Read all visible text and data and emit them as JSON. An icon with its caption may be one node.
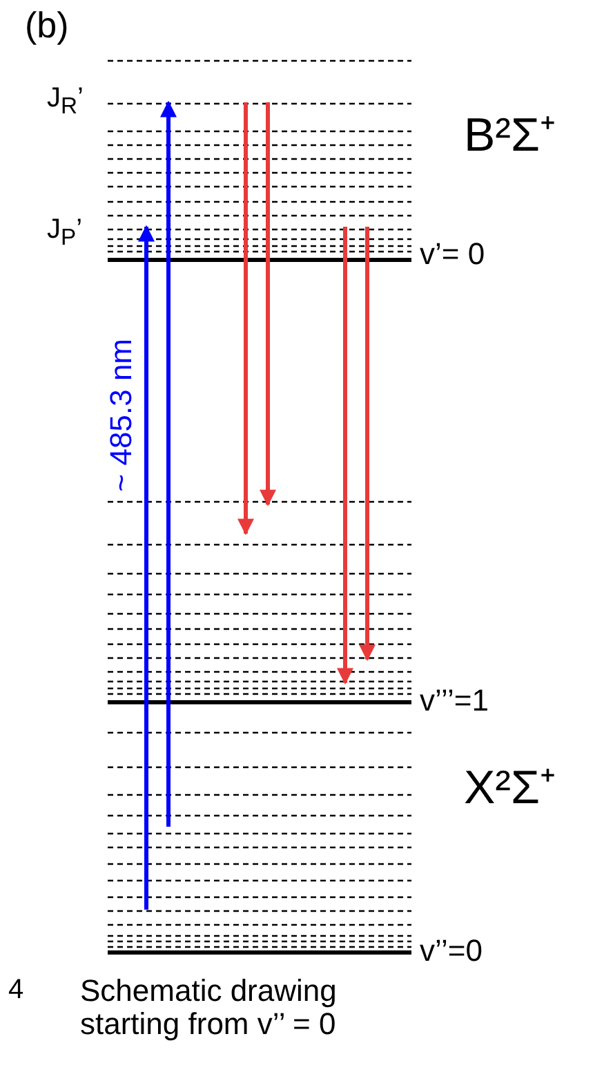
{
  "diagram": {
    "labels": [
      "(b)",
      "J$_{R}$’",
      "B²Σ⁺",
      "J$_{P}$’",
      "v’= 0",
      "~ 485.3 nm",
      "v’’’=1",
      "X²Σ⁺",
      "v’’=0",
      "4",
      "Schematic drawing starting from v’’ = 0"
    ]
  }
}
